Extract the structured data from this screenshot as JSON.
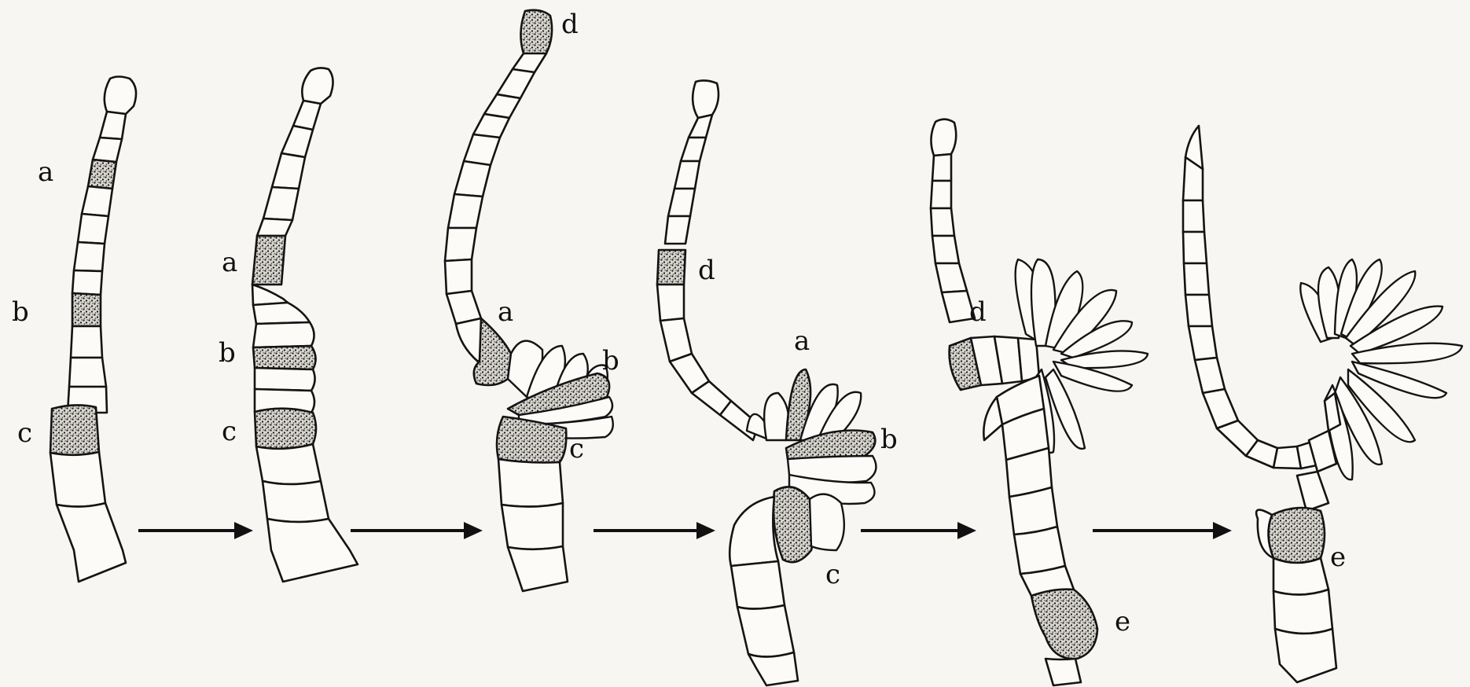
{
  "figure": {
    "stages": [
      {
        "labels": [
          "a",
          "b",
          "c"
        ]
      },
      {
        "labels": [
          "a",
          "b",
          "c"
        ]
      },
      {
        "labels": [
          "d",
          "a",
          "b",
          "c"
        ]
      },
      {
        "labels": [
          "d",
          "a",
          "b",
          "c"
        ]
      },
      {
        "labels": [
          "d",
          "e"
        ]
      },
      {
        "labels": [
          "e"
        ]
      }
    ],
    "arrow_count": 5,
    "colors": {
      "ink": "#141414",
      "paper": "#f7f6f3",
      "cell": "#fcfbf8"
    }
  }
}
